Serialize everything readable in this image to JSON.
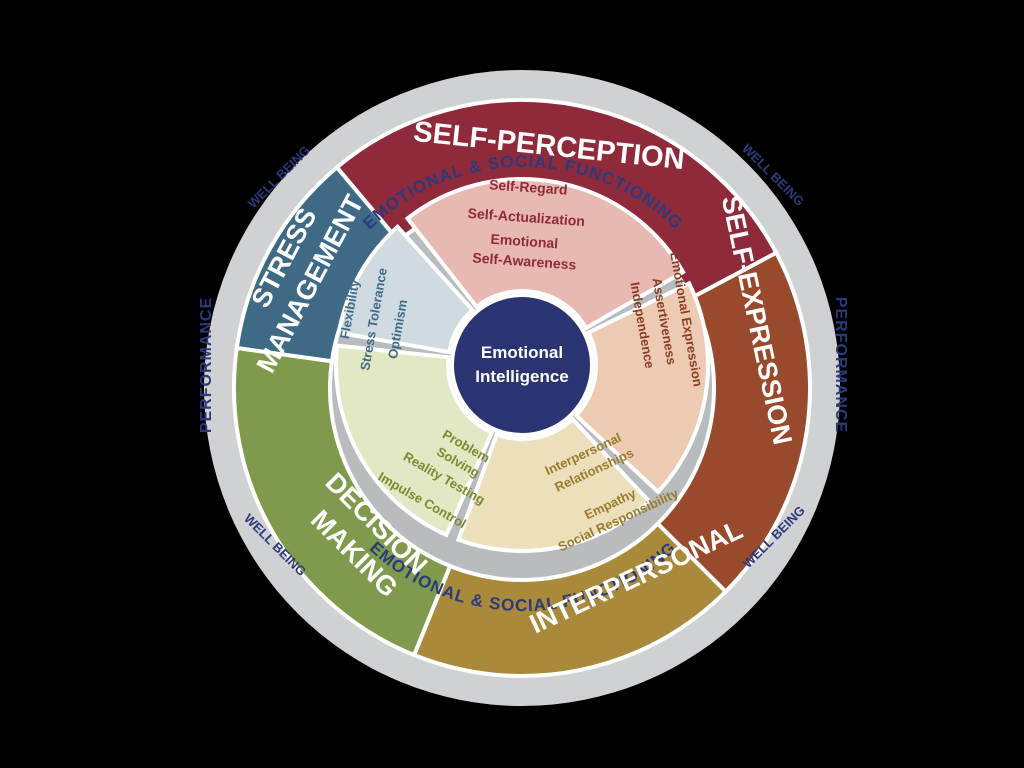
{
  "outer_ring": {
    "top": "EMOTIONAL & SOCIAL FUNCTIONING",
    "bottom": "EMOTIONAL & SOCIAL FUNCTIONING",
    "left": "PERFORMANCE",
    "right": "PERFORMANCE",
    "wellbeing_top_left": "WELL BEING",
    "wellbeing_top_right": "WELL BEING",
    "wellbeing_bottom_left": "WELL BEING",
    "wellbeing_bottom_right": "WELL BEING"
  },
  "center": {
    "line1": "Emotional",
    "line2": "Intelligence",
    "color": "#2a3472"
  },
  "segments": [
    {
      "key": "self-perception",
      "color": "#8e2a3a",
      "inner_color": "#e8b8b2",
      "sub_color": "#8e2a3a",
      "title": "SELF-PERCEPTION",
      "items": [
        "Self-Regard",
        "Self-Actualization",
        "Emotional",
        "Self-Awareness"
      ]
    },
    {
      "key": "self-expression",
      "color": "#9a4a2c",
      "inner_color": "#edcbb2",
      "sub_color": "#8a3d22",
      "title": "SELF-EXPRESSION",
      "items": [
        "Emotional Expression",
        "Assertiveness",
        "Independence"
      ]
    },
    {
      "key": "interpersonal",
      "color": "#a88a3a",
      "inner_color": "#ece0bc",
      "sub_color": "#9a7a2a",
      "title": "INTERPERSONAL",
      "items": [
        "Interpersonal",
        "Relationships",
        "Empathy",
        "Social Responsibility"
      ]
    },
    {
      "key": "decision-making",
      "color": "#7f9a4c",
      "inner_color": "#e2e8c4",
      "sub_color": "#7a8a30",
      "title_line1": "DECISION",
      "title_line2": "MAKING",
      "items": [
        "Problem",
        "Solving",
        "Reality Testing",
        "Impulse Control"
      ]
    },
    {
      "key": "stress-management",
      "color": "#3e6a86",
      "inner_color": "#cfdbe0",
      "sub_color": "#3e6a86",
      "title_line1": "STRESS",
      "title_line2": "MANAGEMENT",
      "items": [
        "Flexibility",
        "Stress Tolerance",
        "Optimism"
      ]
    }
  ]
}
